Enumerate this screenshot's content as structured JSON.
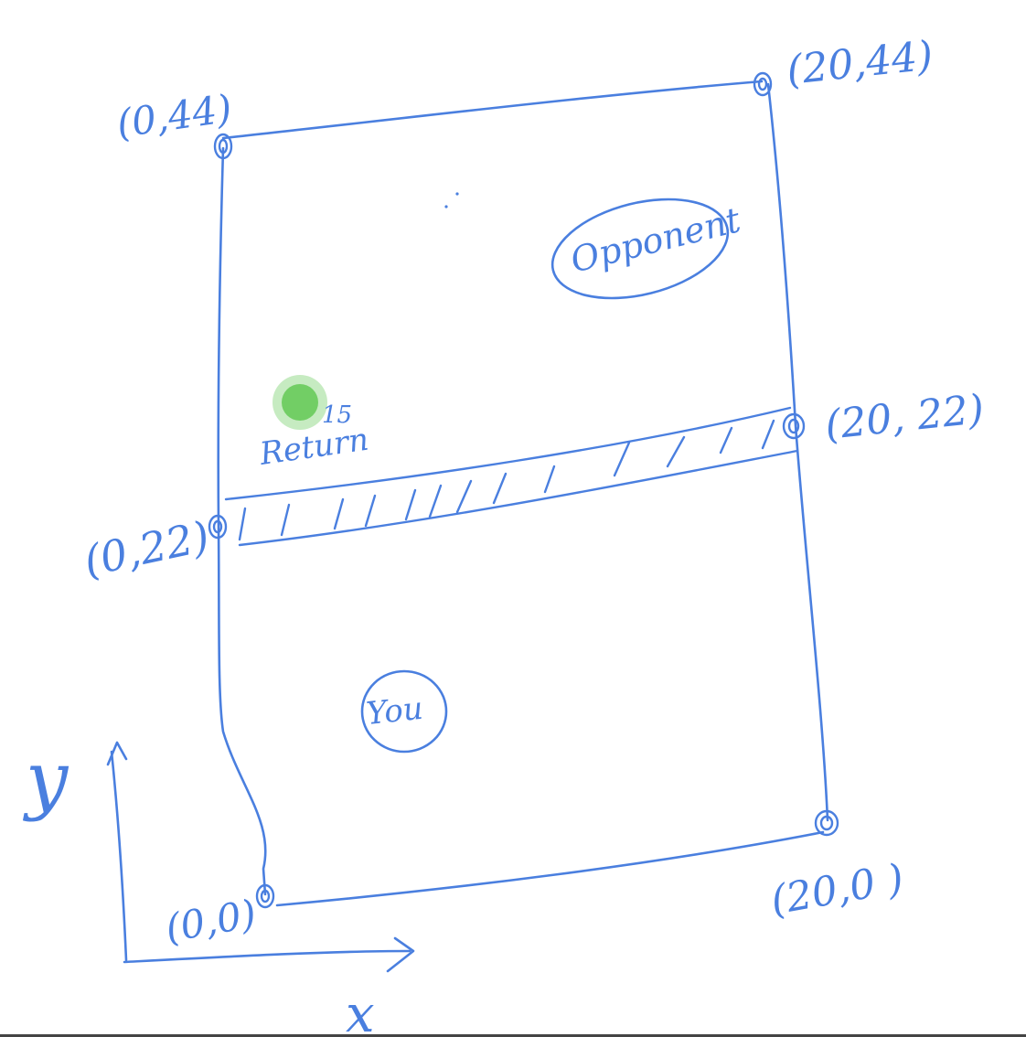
{
  "colors": {
    "ink": "#4a7fdf",
    "highlight": "#5cc74e",
    "bottom_rule": "#444444"
  },
  "corners": {
    "top_left": "(0,44)",
    "top_right": "(20,44)",
    "mid_left": "(0,22)",
    "mid_right": "(20, 22)",
    "bottom_left": "(0,0)",
    "bottom_right": "(20,0 )"
  },
  "labels": {
    "opponent": "Opponent",
    "you": "You",
    "return": "Return",
    "return_mark": "15"
  },
  "axes": {
    "y_label": "y",
    "x_label": "x"
  },
  "icons": [
    "corner-point-icon",
    "ball-icon",
    "axis-arrow-icon"
  ]
}
